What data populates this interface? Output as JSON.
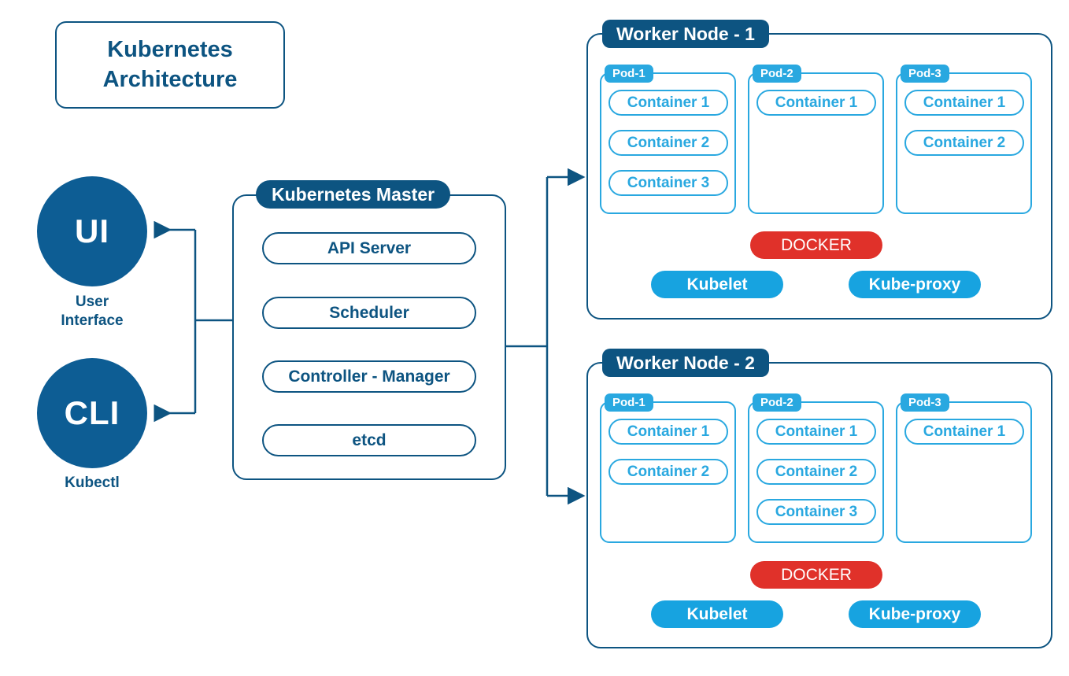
{
  "title": {
    "line1": "Kubernetes",
    "line2": "Architecture"
  },
  "colors": {
    "dark_blue": "#0d5481",
    "circle_blue": "#0d5d94",
    "light_blue": "#29a8e0",
    "service_blue": "#17a3e0",
    "docker_red": "#e0312a",
    "background": "#ffffff"
  },
  "clients": [
    {
      "abbr": "UI",
      "caption_line1": "User",
      "caption_line2": "Interface"
    },
    {
      "abbr": "CLI",
      "caption_line1": "Kubectl",
      "caption_line2": ""
    }
  ],
  "master": {
    "badge": "Kubernetes Master",
    "components": [
      {
        "label": "API Server"
      },
      {
        "label": "Scheduler"
      },
      {
        "label": "Controller - Manager"
      },
      {
        "label": "etcd"
      }
    ]
  },
  "workers": [
    {
      "badge": "Worker Node - 1",
      "pods": [
        {
          "label": "Pod-1",
          "containers": [
            "Container 1",
            "Container 2",
            "Container 3"
          ]
        },
        {
          "label": "Pod-2",
          "containers": [
            "Container 1"
          ]
        },
        {
          "label": "Pod-3",
          "containers": [
            "Container 1",
            "Container 2"
          ]
        }
      ],
      "runtime": "DOCKER",
      "services": [
        "Kubelet",
        "Kube-proxy"
      ]
    },
    {
      "badge": "Worker Node - 2",
      "pods": [
        {
          "label": "Pod-1",
          "containers": [
            "Container 1",
            "Container 2"
          ]
        },
        {
          "label": "Pod-2",
          "containers": [
            "Container 1",
            "Container 2",
            "Container 3"
          ]
        },
        {
          "label": "Pod-3",
          "containers": [
            "Container 1"
          ]
        }
      ],
      "runtime": "DOCKER",
      "services": [
        "Kubelet",
        "Kube-proxy"
      ]
    }
  ]
}
